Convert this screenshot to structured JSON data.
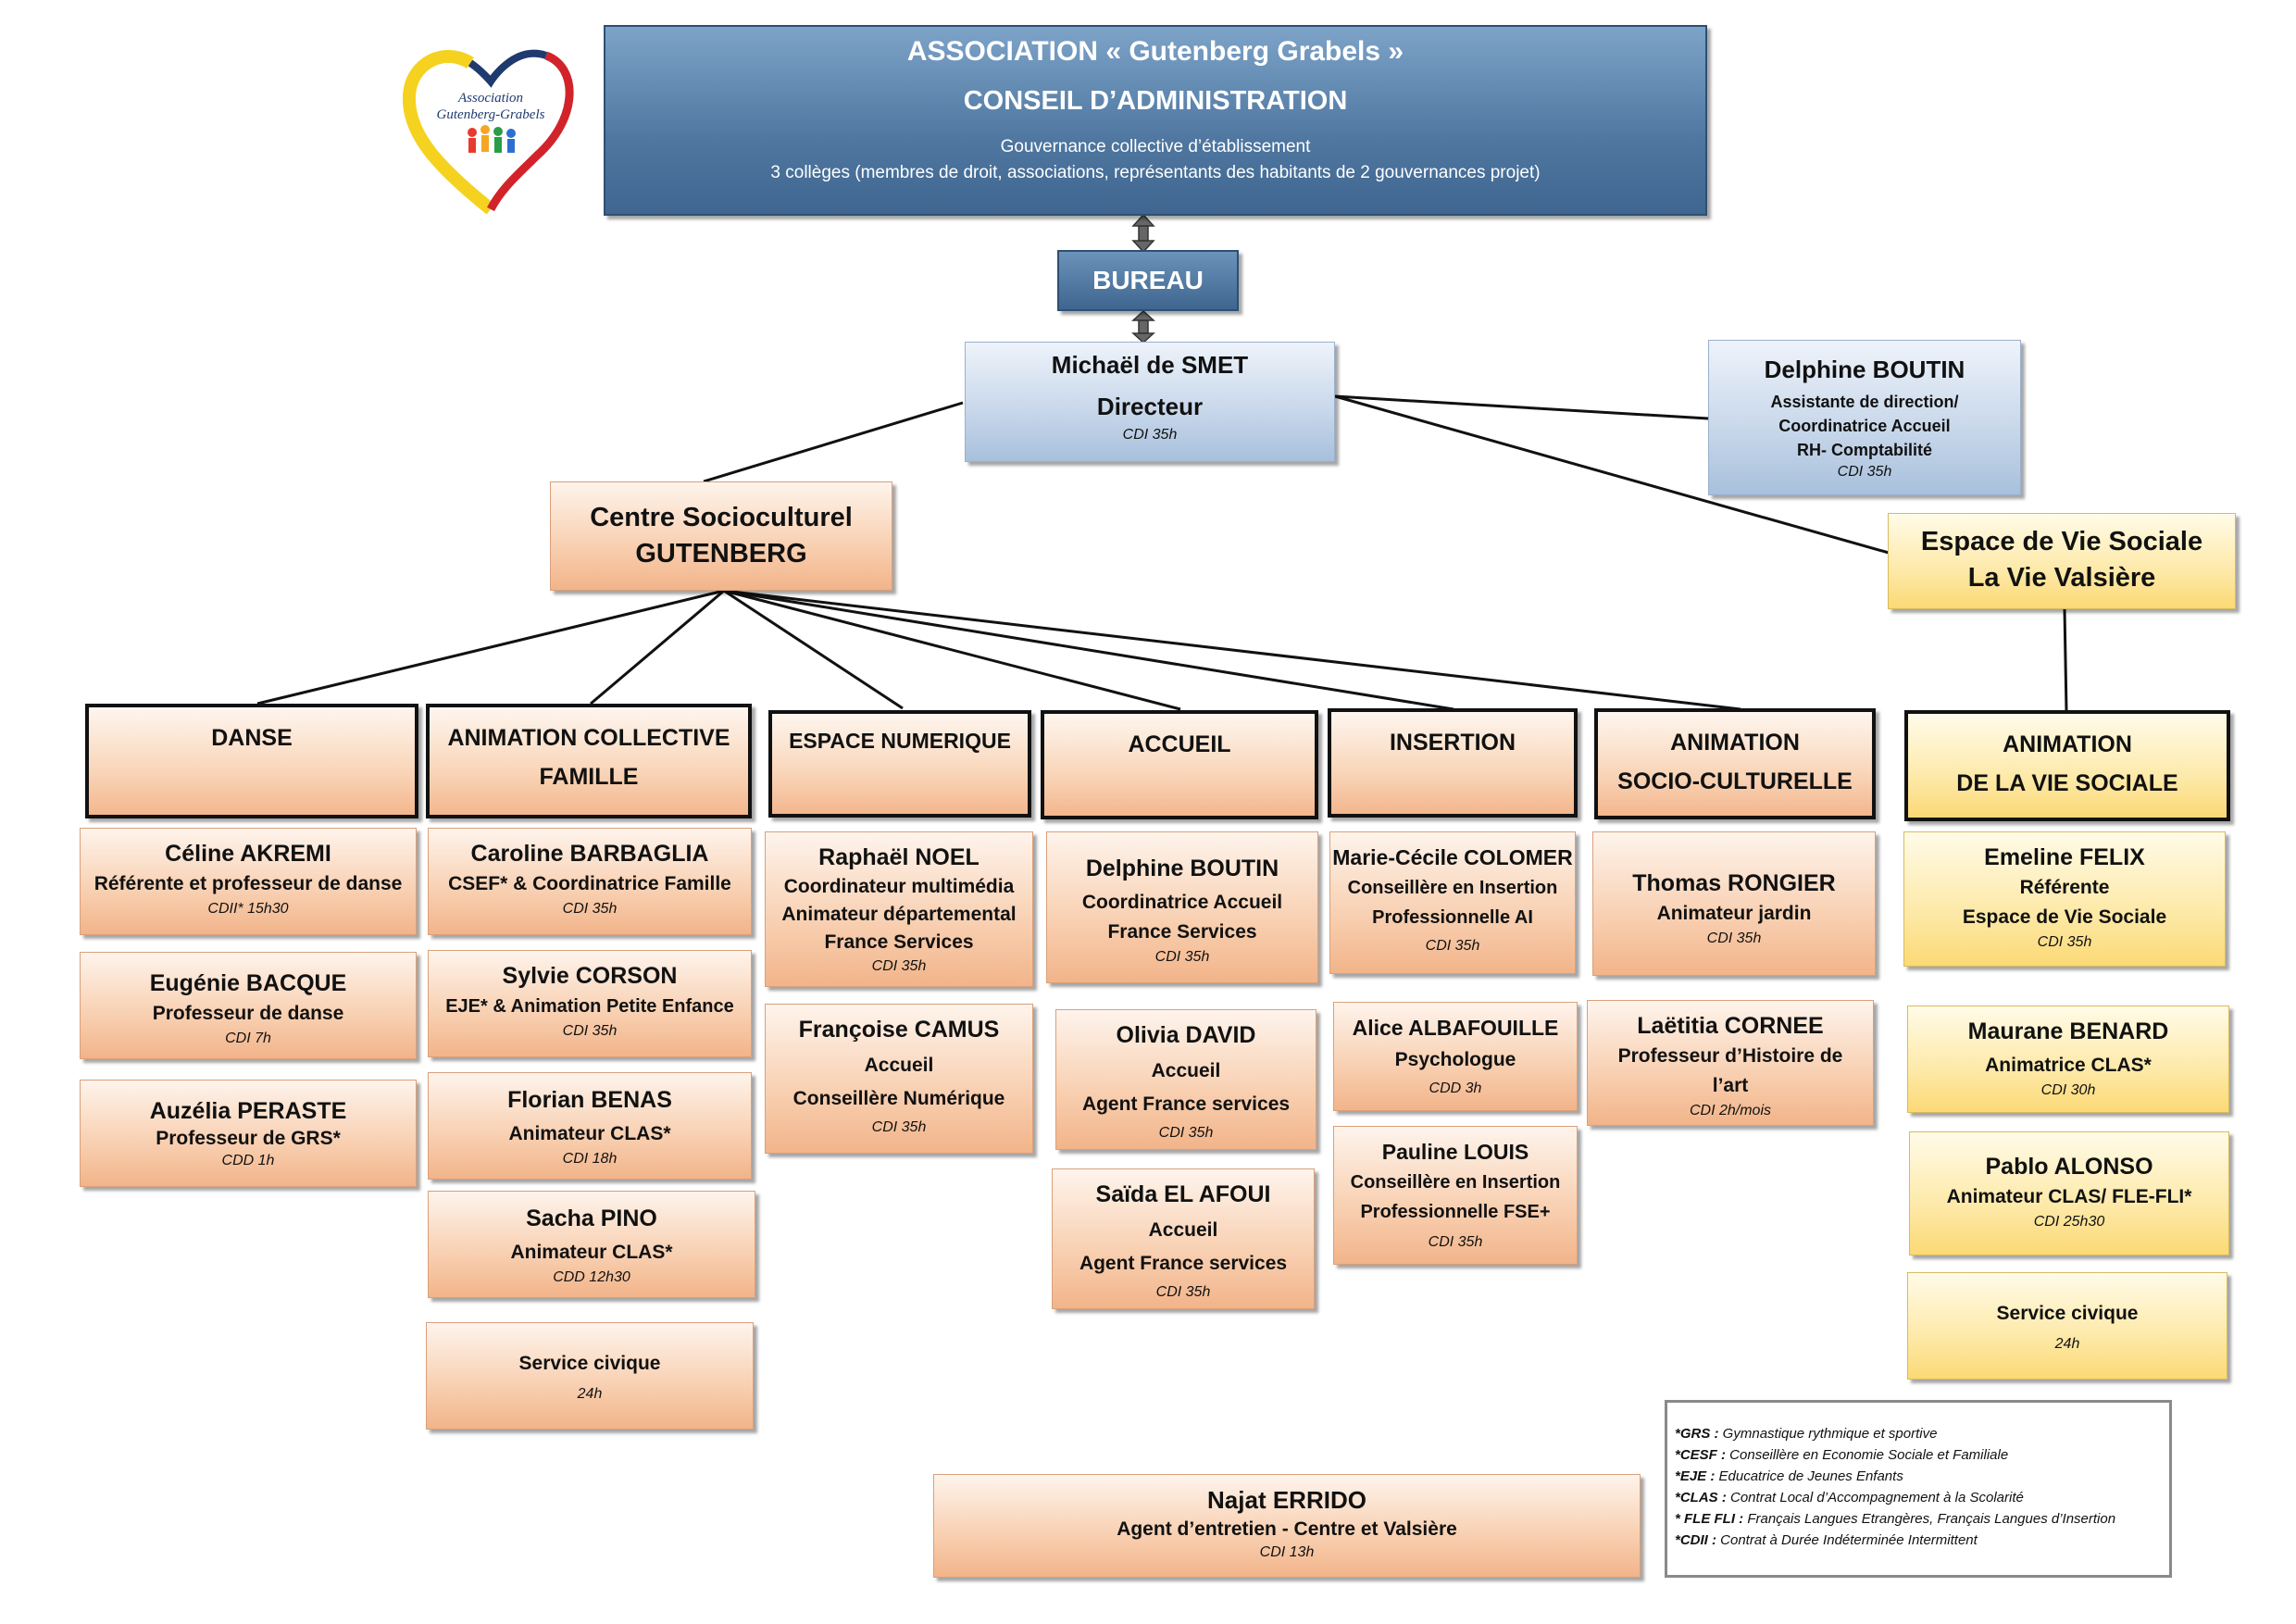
{
  "header": {
    "title": "ASSOCIATION « Gutenberg Grabels »",
    "subtitle": "CONSEIL D’ADMINISTRATION",
    "line1": "Gouvernance collective d’établissement",
    "line2": "3 collèges (membres de droit, associations, représentants des habitants de 2 gouvernances projet)"
  },
  "logo": {
    "line1": "Association",
    "line2": "Gutenberg-Grabels"
  },
  "bureau": "BUREAU",
  "director": {
    "name": "Michaël de SMET",
    "role": "Directeur",
    "contract": "CDI  35h"
  },
  "assistant": {
    "name": "Delphine BOUTIN",
    "role1": "Assistante de direction/",
    "role2": "Coordinatrice Accueil",
    "role3": "RH- Comptabilité",
    "contract": "CDI  35h"
  },
  "centre": {
    "line1": "Centre Socioculturel",
    "line2": "GUTENBERG"
  },
  "evs": {
    "line1": "Espace de Vie Sociale",
    "line2": "La Vie Valsière"
  },
  "departments": {
    "danse": {
      "title": "DANSE",
      "staff": [
        {
          "name": "Céline AKREMI",
          "role": "Référente et professeur de danse",
          "contract": "CDII* 15h30"
        },
        {
          "name": "Eugénie BACQUE",
          "role": "Professeur de danse",
          "contract": "CDI 7h"
        },
        {
          "name": "Auzélia PERASTE",
          "role": "Professeur de GRS*",
          "contract": "CDD 1h"
        }
      ]
    },
    "acf": {
      "title1": "ANIMATION COLLECTIVE",
      "title2": "FAMILLE",
      "staff": [
        {
          "name": "Caroline BARBAGLIA",
          "role": "CSEF* & Coordinatrice Famille",
          "contract": "CDI 35h"
        },
        {
          "name": "Sylvie CORSON",
          "role": "EJE* & Animation Petite Enfance",
          "contract": "CDI 35h"
        },
        {
          "name": "Florian BENAS",
          "role": "Animateur CLAS*",
          "contract": "CDI 18h"
        },
        {
          "name": "Sacha PINO",
          "role": "Animateur CLAS*",
          "contract": "CDD 12h30"
        },
        {
          "name": "",
          "role": "Service civique",
          "contract": "24h"
        }
      ]
    },
    "numerique": {
      "title": "ESPACE NUMERIQUE",
      "staff": [
        {
          "name": "Raphaël NOEL",
          "role1": "Coordinateur multimédia",
          "role2": "Animateur départemental",
          "role3": "France Services",
          "contract": "CDI 35h"
        },
        {
          "name": "Françoise CAMUS",
          "role1": "Accueil",
          "role2": "Conseillère Numérique",
          "contract": "CDI 35h"
        }
      ]
    },
    "accueil": {
      "title": "ACCUEIL",
      "staff": [
        {
          "name": "Delphine BOUTIN",
          "role1": "Coordinatrice Accueil",
          "role2": "France Services",
          "contract": "CDI 35h"
        },
        {
          "name": "Olivia DAVID",
          "role1": "Accueil",
          "role2": "Agent France services",
          "contract": "CDI 35h"
        },
        {
          "name": "Saïda EL AFOUI",
          "role1": "Accueil",
          "role2": "Agent France services",
          "contract": "CDI 35h"
        }
      ]
    },
    "insertion": {
      "title": "INSERTION",
      "staff": [
        {
          "name": "Marie-Cécile COLOMER",
          "role1": "Conseillère en Insertion",
          "role2": "Professionnelle AI",
          "contract": "CDI 35h"
        },
        {
          "name": "Alice ALBAFOUILLE",
          "role1": "Psychologue",
          "contract": "CDD 3h"
        },
        {
          "name": "Pauline  LOUIS",
          "role1": "Conseillère en Insertion",
          "role2": "Professionnelle FSE+",
          "contract": "CDI 35h"
        }
      ]
    },
    "asc": {
      "title1": "ANIMATION",
      "title2": "SOCIO-CULTURELLE",
      "staff": [
        {
          "name": "Thomas RONGIER",
          "role1": "Animateur jardin",
          "contract": "CDI 35h"
        },
        {
          "name": "Laëtitia CORNEE",
          "role1": "Professeur d’Histoire de",
          "role2": "l’art",
          "contract": "CDI 2h/mois"
        }
      ]
    },
    "avs": {
      "title1": "ANIMATION",
      "title2": "DE LA VIE SOCIALE",
      "staff": [
        {
          "name": "Emeline FELIX",
          "role1": "Référente",
          "role2": "Espace de Vie Sociale",
          "contract": "CDI 35h"
        },
        {
          "name": "Maurane BENARD",
          "role1": "Animatrice CLAS*",
          "contract": "CDI 30h"
        },
        {
          "name": "Pablo ALONSO",
          "role1": "Animateur CLAS/ FLE-FLI*",
          "contract": "CDI 25h30"
        },
        {
          "name": "",
          "role1": "Service civique",
          "contract": "24h"
        }
      ]
    }
  },
  "maintenance": {
    "name": "Najat ERRIDO",
    "role": "Agent d’entretien - Centre et Valsière",
    "contract": "CDI 13h"
  },
  "legend": [
    {
      "key": "*GRS :",
      "text": " Gymnastique rythmique et sportive"
    },
    {
      "key": "*CESF :",
      "text": " Conseillère en Economie Sociale et Familiale"
    },
    {
      "key": "*EJE :",
      "text": " Educatrice de Jeunes Enfants"
    },
    {
      "key": "*CLAS :",
      "text": " Contrat Local d’Accompagnement à la Scolarité"
    },
    {
      "key": "* FLE FLI :",
      "text": " Français Langues Etrangères, Français Langues d’Insertion"
    },
    {
      "key": "*CDII :",
      "text": " Contrat à Durée Indéterminée Intermittent"
    }
  ],
  "colors": {
    "header_blue": "#4f77a0",
    "orange": "#f3b68d",
    "yellow": "#fbd874",
    "light_blue": "#c6d6ea"
  }
}
